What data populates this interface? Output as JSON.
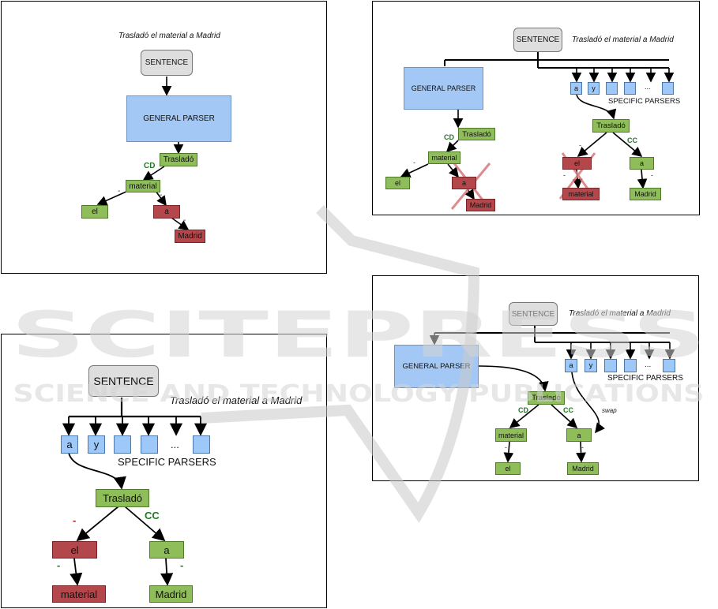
{
  "sentence_text": "Trasladó el material a Madrid",
  "labels": {
    "sentence": "SENTENCE",
    "general_parser": "GENERAL PARSER",
    "specific_parsers": "SPECIFIC PARSERS",
    "ellipsis": "...",
    "dash": "-",
    "cd": "CD",
    "cc": "CC",
    "swap": "swap"
  },
  "words": {
    "traslado": "Trasladó",
    "material": "material",
    "el": "el",
    "a": "a",
    "madrid": "Madrid",
    "y": "y"
  },
  "watermark": {
    "big": "SCITEPRESS",
    "small": "SCIENCE AND TECHNOLOGY PUBLICATIONS"
  },
  "colors": {
    "green_node": "#8fbd5a",
    "red_node": "#b3474b",
    "blue_node": "#9ec8f7",
    "general_parser": "#a4c8f5",
    "sentence": "#dedede",
    "edge_label": "#1e7a1e",
    "cross": "#d9777a"
  }
}
